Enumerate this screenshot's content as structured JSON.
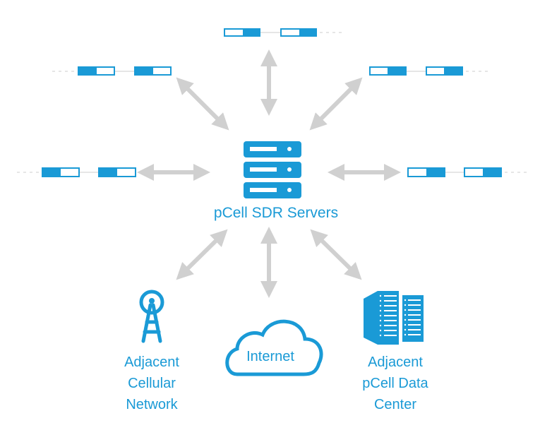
{
  "colors": {
    "accent": "#1a9ad6",
    "arrow": "#d0d0d0"
  },
  "center": {
    "label": "pCell SDR Servers",
    "icon": "server-stack-icon"
  },
  "nodes": [
    {
      "label": "Adjacent Cellular Network",
      "lines": [
        "Adjacent",
        "Cellular",
        "Network"
      ],
      "icon": "cell-tower-icon"
    },
    {
      "label": "Internet",
      "lines": [
        "Internet"
      ],
      "icon": "cloud-icon"
    },
    {
      "label": "Adjacent pCell Data Center",
      "lines": [
        "Adjacent",
        "pCell Data",
        "Center"
      ],
      "icon": "data-center-icon"
    }
  ],
  "antenna_groups": [
    "top",
    "top-left",
    "top-right",
    "left",
    "right"
  ]
}
